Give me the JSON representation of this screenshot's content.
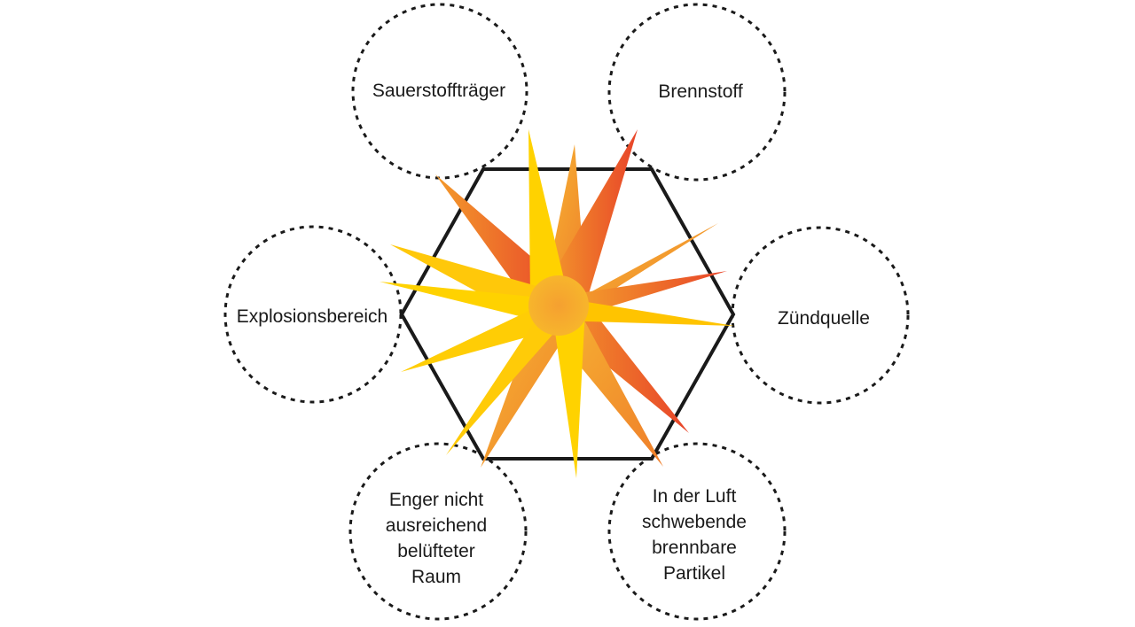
{
  "diagram": {
    "center_shape": "hexagon",
    "center_graphic": "explosion-star",
    "colors": {
      "outline": "#1a1a1a",
      "star_yellow": "#FFD200",
      "star_orange": "#F39A2B",
      "star_red": "#E8442A"
    },
    "nodes": [
      {
        "id": "sauerstofftraeger",
        "lines": [
          "Sauerstoffträger"
        ]
      },
      {
        "id": "brennstoff",
        "lines": [
          "Brennstoff"
        ]
      },
      {
        "id": "explosionsbereich",
        "lines": [
          "Explosionsbereich"
        ]
      },
      {
        "id": "zuendquelle",
        "lines": [
          "Zündquelle"
        ]
      },
      {
        "id": "enger-raum",
        "lines": [
          "Enger nicht",
          "ausreichend",
          "belüfteter",
          "Raum"
        ]
      },
      {
        "id": "partikel",
        "lines": [
          "In der Luft",
          "schwebende",
          "brennbare",
          "Partikel"
        ]
      }
    ]
  }
}
